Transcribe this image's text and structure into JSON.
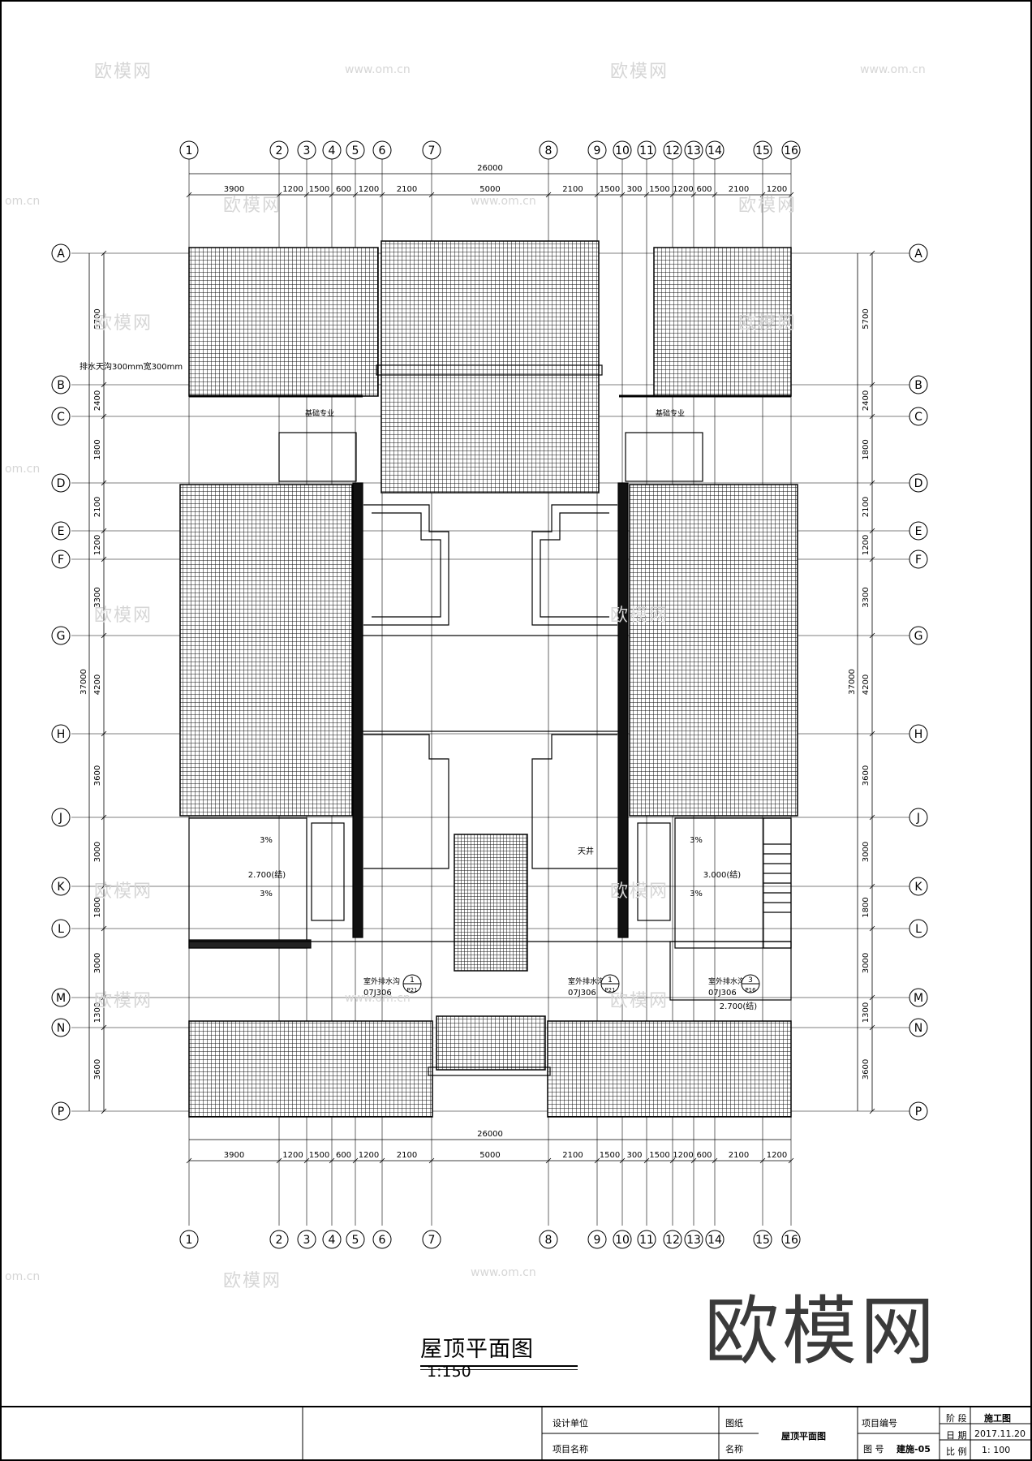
{
  "watermark": {
    "logo_text": "欧模网",
    "url_text": "www.om.cn",
    "url_short": "om.cn",
    "big_logo": "欧模网"
  },
  "drawing": {
    "title": "屋顶平面图",
    "scale": "1:150",
    "columns": [
      "1",
      "2",
      "3",
      "4",
      "5",
      "6",
      "7",
      "8",
      "9",
      "10",
      "11",
      "12",
      "13",
      "14",
      "15",
      "16"
    ],
    "rows": [
      "A",
      "B",
      "C",
      "D",
      "E",
      "F",
      "G",
      "H",
      "J",
      "K",
      "L",
      "M",
      "N",
      "P"
    ],
    "top_dims": [
      "3900",
      "1200",
      "1500",
      "600",
      "1200",
      "2100",
      "5000",
      "2100",
      "1500",
      "300",
      "1500",
      "1200",
      "600",
      "2100",
      "1200"
    ],
    "bottom_dims": [
      "3900",
      "1200",
      "1500",
      "600",
      "1200",
      "2100",
      "5000",
      "2100",
      "1500",
      "300",
      "1500",
      "1200",
      "600",
      "2100",
      "1200"
    ],
    "total_width": "26000",
    "left_dims": [
      "5700",
      "2400",
      "1800",
      "2100",
      "1200",
      "3300",
      "4200",
      "3600",
      "3000",
      "1800",
      "3000",
      "1300",
      "3600"
    ],
    "total_height": "37000",
    "annotations": {
      "gutter_note": "排水天沟300mm宽300mm",
      "fixture_note_1": "基础专业",
      "fixture_note_2": "基础专业",
      "slope_3": "3%",
      "elev_left": "2.700(结)",
      "elev_right": "3.000(结)",
      "elev_bottom": "2.700(结)",
      "courtyard_label": "天井",
      "drain_label": "室外排水沟",
      "ref_code": "07J306",
      "ref_sheet_1": "P21",
      "ref_sheet_3": "P16",
      "ref_num_1": "1",
      "ref_num_3": "3"
    }
  },
  "title_block": {
    "design_unit_label": "设计单位",
    "project_name_label": "项目名称",
    "drawing_label": "图纸",
    "name_label": "名称",
    "drawing_name": "屋顶平面图",
    "project_no_label": "项目编号",
    "sheet_no_label": "图 号",
    "sheet_no": "建施-05",
    "phase_label": "阶 段",
    "phase_value": "施工图",
    "date_label": "日 期",
    "date_value": "2017.11.20",
    "scale_label": "比 例",
    "scale_value": "1: 100"
  }
}
